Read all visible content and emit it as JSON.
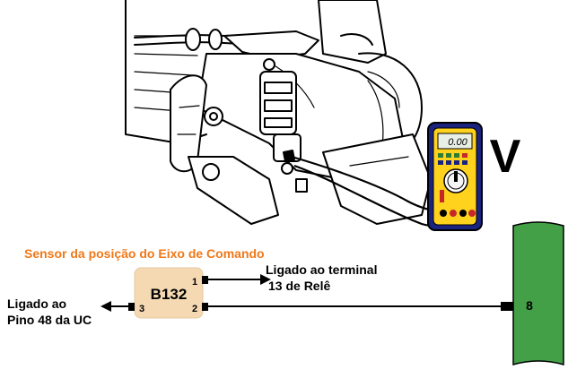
{
  "title": "Sensor da posição do Eixo de Comando",
  "multimeter": {
    "unit_label": "V",
    "display_value": "0.00"
  },
  "component": {
    "code": "B132",
    "pins": [
      "1",
      "2",
      "3"
    ]
  },
  "connections": {
    "pin1_text": [
      "Ligado ao terminal",
      "13 de Relê"
    ],
    "pin3_text": [
      "Ligado ao",
      "Pino 48 da UC"
    ]
  },
  "connector": {
    "pin_number": "8"
  },
  "colors": {
    "title": "#f07818",
    "component_fill": "#f5d9b3",
    "connector_fill": "#43a047",
    "meter_body": "#1a237e",
    "meter_yellow": "#ffd21e"
  }
}
